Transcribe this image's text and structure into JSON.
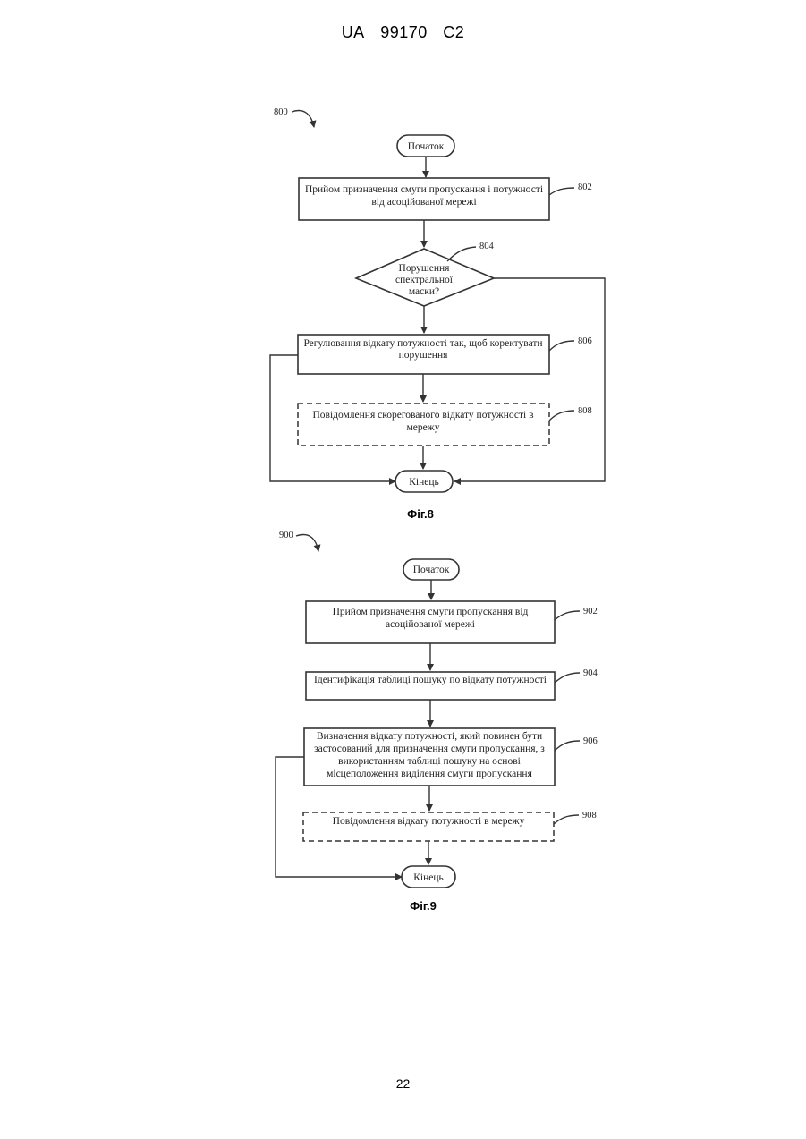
{
  "header": {
    "country": "UA",
    "number": "99170",
    "kind": "C2"
  },
  "fig8": {
    "ref": "800",
    "start": "Початок",
    "step802": {
      "ref": "802",
      "line1": "Прийом призначення смуги пропускання і потужності",
      "line2": "від асоційованої мережі"
    },
    "step804": {
      "ref": "804",
      "line1": "Порушення",
      "line2": "спектральної",
      "line3": "маски?"
    },
    "step806": {
      "ref": "806",
      "line1": "Регулювання відкату потужності так, щоб коректувати",
      "line2": "порушення"
    },
    "step808": {
      "ref": "808",
      "line1": "Повідомлення скорегованого відкату потужності в",
      "line2": "мережу"
    },
    "end": "Кінець",
    "caption": "Фіг.8"
  },
  "fig9": {
    "ref": "900",
    "start": "Початок",
    "step902": {
      "ref": "902",
      "line1": "Прийом призначення смуги пропускання від",
      "line2": "асоційованої мережі"
    },
    "step904": {
      "ref": "904",
      "line1": "Ідентифікація таблиці пошуку по відкату потужності"
    },
    "step906": {
      "ref": "906",
      "line1": "Визначення відкату потужності, який повинен бути",
      "line2": "застосований для призначення смуги пропускання, з",
      "line3": "використанням таблиці пошуку на основі",
      "line4": "місцеположення виділення смуги пропускання"
    },
    "step908": {
      "ref": "908",
      "line1": "Повідомлення відкату потужності в мережу"
    },
    "end": "Кінець",
    "caption": "Фіг.9"
  },
  "page_number": "22"
}
